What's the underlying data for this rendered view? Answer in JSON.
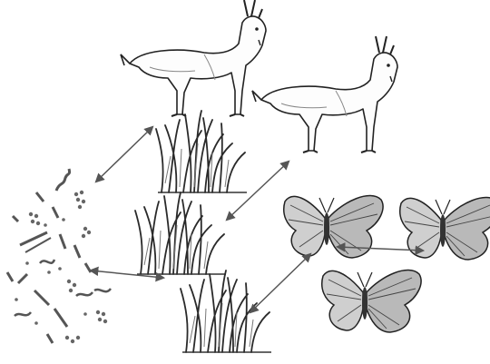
{
  "diagram": {
    "text_labels": [],
    "nodes": [
      {
        "id": "microbes",
        "kind": "microorganisms-cluster"
      },
      {
        "id": "goat-1",
        "kind": "goat-icon"
      },
      {
        "id": "goat-2",
        "kind": "goat-icon"
      },
      {
        "id": "grass-1",
        "kind": "grass-tuft-icon"
      },
      {
        "id": "grass-2",
        "kind": "grass-tuft-icon"
      },
      {
        "id": "grass-3",
        "kind": "grass-tuft-icon"
      },
      {
        "id": "butterfly-1",
        "kind": "butterfly-icon"
      },
      {
        "id": "butterfly-2",
        "kind": "butterfly-icon"
      },
      {
        "id": "butterfly-3",
        "kind": "butterfly-icon"
      }
    ],
    "edges": [
      {
        "from": "microbes",
        "to": "goat-1",
        "style": "double-arrow"
      },
      {
        "from": "microbes",
        "to": "grass-2",
        "style": "double-arrow"
      },
      {
        "from": "grass-2",
        "to": "goat-2",
        "style": "double-arrow"
      },
      {
        "from": "grass-3",
        "to": "butterfly-1",
        "style": "double-arrow"
      },
      {
        "from": "butterfly-1",
        "to": "butterfly-2",
        "style": "double-arrow"
      }
    ],
    "colors": {
      "arrow": "#555555",
      "ink": "#222222",
      "background": "#ffffff"
    }
  }
}
